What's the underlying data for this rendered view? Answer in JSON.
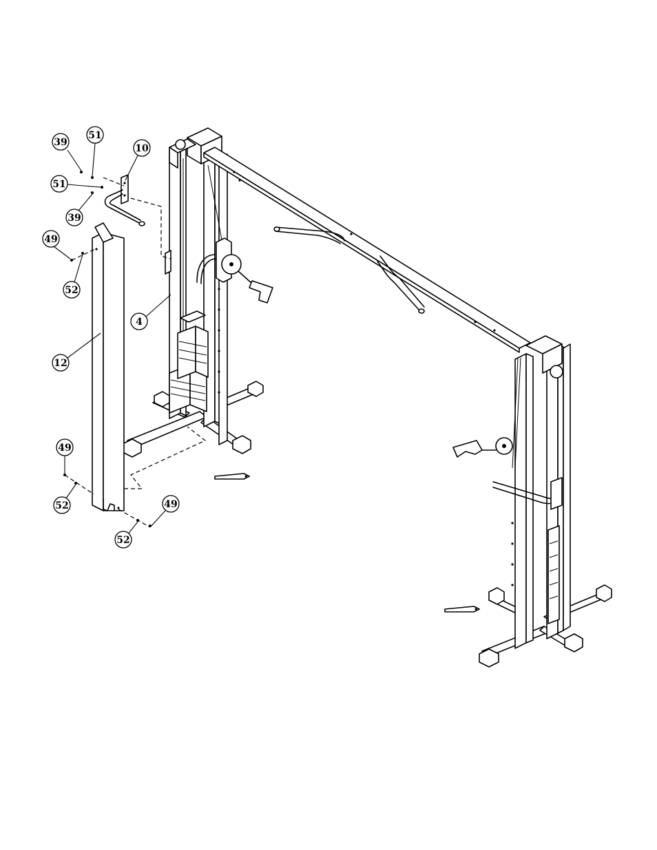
{
  "callouts": [
    {
      "id": "c39a",
      "label": "39"
    },
    {
      "id": "c51a",
      "label": "51"
    },
    {
      "id": "c10",
      "label": "10"
    },
    {
      "id": "c51b",
      "label": "51"
    },
    {
      "id": "c39b",
      "label": "39"
    },
    {
      "id": "c49a",
      "label": "49"
    },
    {
      "id": "c52a",
      "label": "52"
    },
    {
      "id": "c4",
      "label": "4"
    },
    {
      "id": "c12",
      "label": "12"
    },
    {
      "id": "c49b",
      "label": "49"
    },
    {
      "id": "c52b",
      "label": "52"
    },
    {
      "id": "c49c",
      "label": "49"
    },
    {
      "id": "c52c",
      "label": "52"
    }
  ]
}
